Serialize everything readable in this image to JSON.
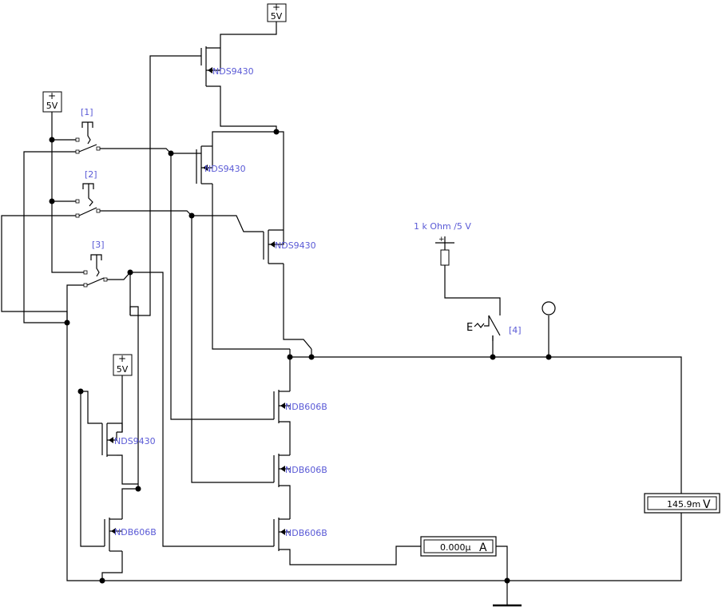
{
  "supplies": [
    {
      "label": "5V"
    },
    {
      "label": "5V"
    },
    {
      "label": "5V"
    }
  ],
  "supply_plus": "+",
  "switch_keys": [
    {
      "key": "[1]"
    },
    {
      "key": "[2]"
    },
    {
      "key": "[3]"
    },
    {
      "key": "[4]"
    }
  ],
  "switch4_letter": "E",
  "transistors": [
    {
      "part": "NDS9430"
    },
    {
      "part": "NDS9430"
    },
    {
      "part": "NDS9430"
    },
    {
      "part": "NDS9430"
    },
    {
      "part": "NDB606B"
    },
    {
      "part": "NDB606B"
    },
    {
      "part": "NDB606B"
    },
    {
      "part": "NDB606B"
    }
  ],
  "resistor": {
    "label": "1 k Ohm /5 V"
  },
  "voltmeter": {
    "value": "145.9m",
    "unit": "V"
  },
  "ammeter": {
    "value": "0.000µ",
    "unit": "A"
  }
}
